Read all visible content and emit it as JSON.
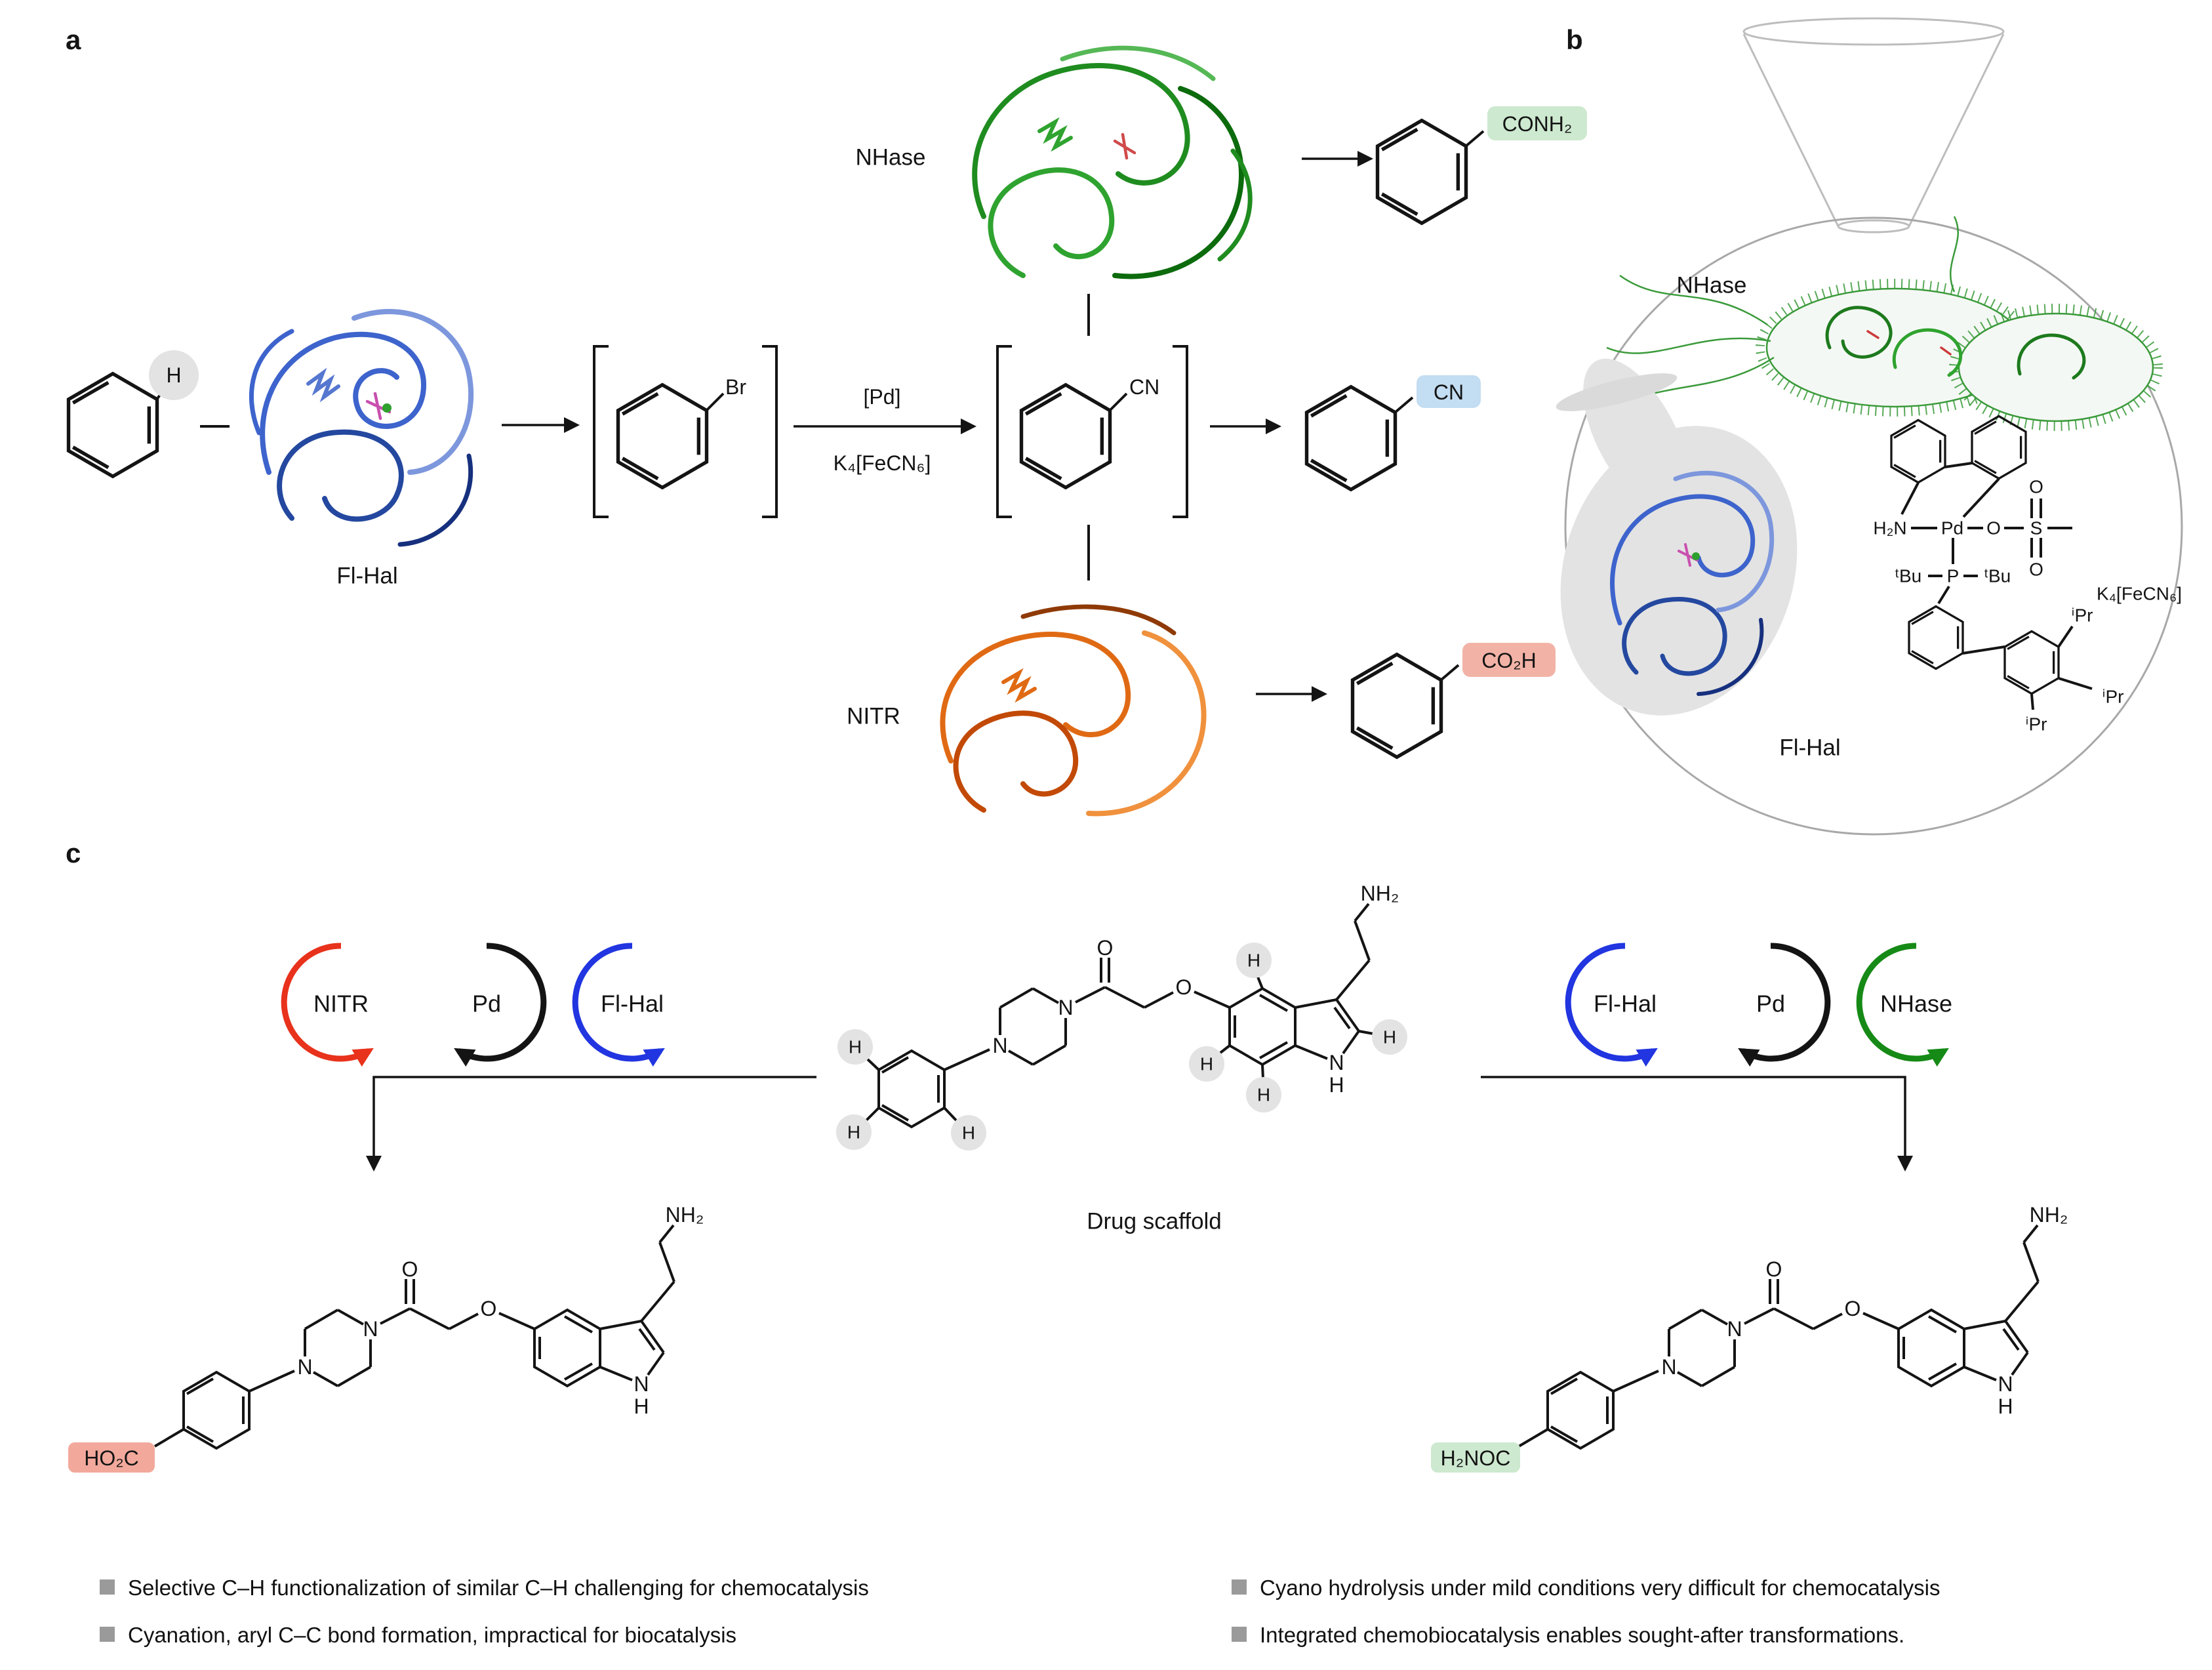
{
  "panel_labels": {
    "a": "a",
    "b": "b",
    "c": "c"
  },
  "atoms": {
    "h": "H",
    "n": "N",
    "o": "O",
    "s": "S",
    "p": "P",
    "pd": "Pd",
    "br": "Br",
    "cn": "CN",
    "nh2": "NH₂",
    "h2n": "H₂N",
    "tbu": "ᵗBu",
    "ipr": "ⁱPr"
  },
  "panel_a": {
    "fl_hal_label": "Fl-Hal",
    "nhase_label": "NHase",
    "nitr_label": "NITR",
    "pd_catalyst": "[Pd]",
    "cyanide_source": "K₄[FeCN₆]",
    "product_amide": "CONH₂",
    "product_nitrile": "CN",
    "product_acid": "CO₂H"
  },
  "panel_b": {
    "nhase_label": "NHase",
    "fl_hal_label": "Fl-Hal",
    "cyanide_source": "K₄[FeCN₆]"
  },
  "panel_c": {
    "scaffold_label": "Drug scaffold",
    "left_cycle": [
      "NITR",
      "Pd",
      "Fl-Hal"
    ],
    "right_cycle": [
      "Fl-Hal",
      "Pd",
      "NHase"
    ],
    "product_acid": "HO₂C",
    "product_amide": "H₂NOC"
  },
  "bullets": {
    "left": [
      "Selective C–H functionalization of similar C–H challenging for chemocatalysis",
      "Cyanation, aryl C–C bond formation, impractical for biocatalysis"
    ],
    "right": [
      "Cyano hydrolysis under mild conditions very difficult for chemocatalysis",
      "Integrated chemobiocatalysis enables sought-after transformations."
    ]
  },
  "colors": {
    "fl_hal_blue": "#2a46d4",
    "nhase_green": "#1d8a1d",
    "nitr_red": "#e8321c",
    "amide_box_bg": "#cde9cf",
    "nitrile_box_bg": "#c3ddf2",
    "acid_box_bg": "#f2b3a6"
  }
}
